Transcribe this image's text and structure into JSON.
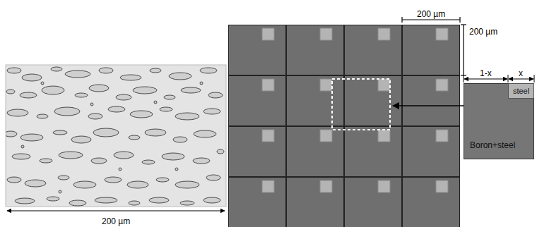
{
  "diagram": {
    "nodes": [
      {
        "text": [
          "Boron+steel"
        ]
      },
      {
        "text": [
          "steel"
        ],
        "in": 0
      }
    ],
    "labels": [
      "200 µm",
      "200 µm",
      "200 µm",
      "1-x",
      "x"
    ]
  }
}
